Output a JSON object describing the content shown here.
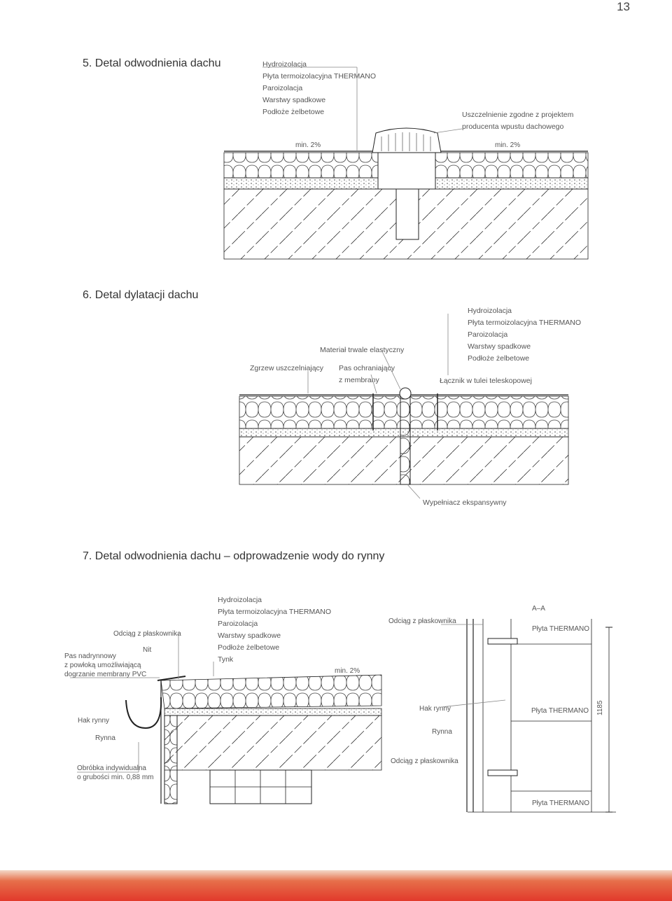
{
  "page_number": "13",
  "colors": {
    "line": "#222222",
    "footer_top": "#f3d8c8",
    "footer_bottom": "#e2392b"
  },
  "sections": [
    {
      "heading": "5. Detal odwodnienia dachu",
      "layers": [
        "Hydroizolacja",
        "Płyta termoizolacyjna THERMANO",
        "Paroizolacja",
        "Warstwy spadkowe",
        "Podłoże żelbetowe"
      ],
      "note": [
        "Uszczelnienie zgodne z projektem",
        "producenta wpustu dachowego"
      ],
      "slope_left": "min. 2%",
      "slope_right": "min. 2%"
    },
    {
      "heading": "6. Detal dylatacji dachu",
      "layers": [
        "Hydroizolacja",
        "Płyta termoizolacyjna THERMANO",
        "Paroizolacja",
        "Warstwy spadkowe",
        "Podłoże żelbetowe"
      ],
      "weld": "Zgrzew uszczelniający",
      "elastic": "Materiał trwale elastyczny",
      "protective": [
        "Pas ochraniający",
        "z membrany"
      ],
      "connector": "Łącznik w tulei teleskopowej",
      "filler": "Wypełniacz ekspansywny"
    },
    {
      "heading": "7. Detal odwodnienia dachu – odprowadzenie wody do rynny",
      "layers": [
        "Hydroizolacja",
        "Płyta termoizolacyjna THERMANO",
        "Paroizolacja",
        "Warstwy spadkowe",
        "Podłoże żelbetowe",
        "Tynk"
      ],
      "eaves_strip": [
        "Pas nadrynnowy",
        "z powłoką umożliwiającą",
        "dogrzanie membrany PVC"
      ],
      "flat_bar": "Odciąg z płaskownika",
      "rivet": "Nit",
      "slope": "min. 2%",
      "gutter_hook": "Hak rynny",
      "gutter": "Rynna",
      "flashing": [
        "Obróbka indywidualna",
        "o grubości min. 0,88 mm"
      ],
      "section_label": "A–A",
      "board": "Płyta THERMANO",
      "dimension": "1185"
    }
  ]
}
